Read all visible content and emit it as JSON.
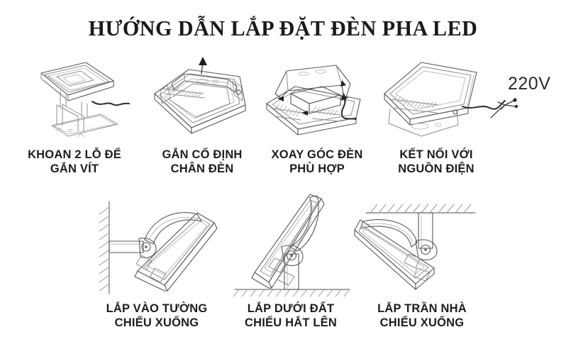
{
  "poster": {
    "title": "HƯỚNG DẪN LẮP ĐẶT ĐÈN PHA LED",
    "background_color": "#ffffff",
    "text_color": "#1d1d1d",
    "line_art_color": "#8e8e8e"
  },
  "voltage_note": {
    "label": "220V",
    "icon": "power-plug-icon"
  },
  "steps": [
    {
      "id": "step-1",
      "line1": "KHOAN 2 LỖ ĐỂ",
      "line2": "GẮN VÍT",
      "illustration": "floodlight-on-base-plate-with-screw-holes"
    },
    {
      "id": "step-2",
      "line1": "GẮN CỐ ĐỊNH",
      "line2": "CHÂN ĐÈN",
      "illustration": "floodlight-rear-bracket-attach-arrow-up"
    },
    {
      "id": "step-3",
      "line1": "XOAY GÓC ĐÈN",
      "line2": "PHÙ HỢP",
      "illustration": "floodlight-rotate-angle-arrows"
    },
    {
      "id": "step-4",
      "line1": "KẾT NỐI VỚI",
      "line2": "NGUỒN ĐIỆN",
      "illustration": "floodlight-connect-power-cable"
    }
  ],
  "mountings": [
    {
      "id": "mount-wall",
      "line1": "LẮP VÀO TƯỜNG",
      "line2": "CHIẾU XUỐNG",
      "illustration": "wall-mounted-floodlight-aiming-down"
    },
    {
      "id": "mount-ground",
      "line1": "LẮP DƯỚI ĐẤT",
      "line2": "CHIẾU HẮT LÊN",
      "illustration": "ground-mounted-floodlight-aiming-up"
    },
    {
      "id": "mount-ceiling",
      "line1": "LẮP TRẦN NHÀ",
      "line2": "CHIẾU XUỐNG",
      "illustration": "ceiling-mounted-floodlight-aiming-down"
    }
  ]
}
